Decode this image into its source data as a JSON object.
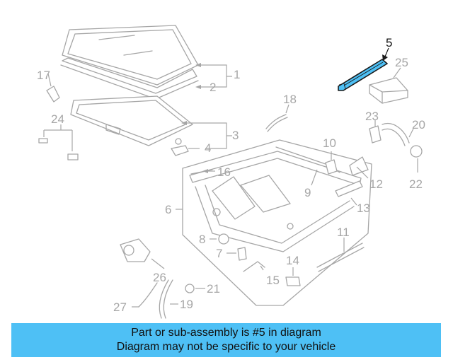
{
  "highlighted_part": "5",
  "labels": {
    "l1": "1",
    "l2": "2",
    "l3": "3",
    "l4": "4",
    "l5": "5",
    "l6": "6",
    "l7": "7",
    "l8": "8",
    "l9": "9",
    "l10": "10",
    "l11": "11",
    "l12": "12",
    "l13": "13",
    "l14": "14",
    "l15": "15",
    "l16": "16",
    "l17": "17",
    "l18": "18",
    "l19": "19",
    "l20": "20",
    "l21": "21",
    "l22": "22",
    "l23": "23",
    "l24": "24",
    "l25": "25",
    "l26": "26",
    "l27": "27"
  },
  "banner": {
    "line1": "Part or sub-assembly is #5 in diagram",
    "line2": "Diagram may not be specific to your vehicle"
  },
  "colors": {
    "highlight_stroke": "#1a1a1a",
    "highlight_fill": "#4ec0f5",
    "banner_bg": "#4ec0f5",
    "line_gray": "#a6a6a6"
  }
}
